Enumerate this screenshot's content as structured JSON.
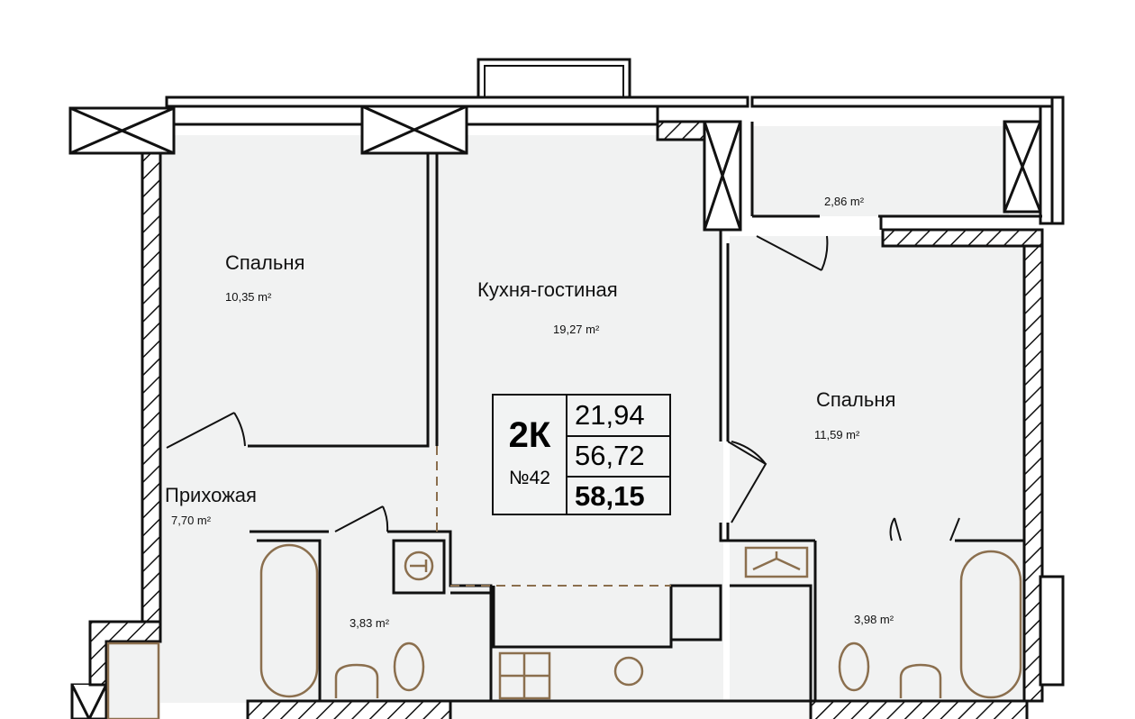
{
  "plan": {
    "apartment_type": "2К",
    "apartment_number": "№42",
    "living_area": "21,94",
    "area_without_balcony": "56,72",
    "total_area": "58,15"
  },
  "rooms": {
    "bedroom1": {
      "name": "Спальня",
      "area": "10,35 m²"
    },
    "kitchen": {
      "name": "Кухня-гостиная",
      "area": "19,27 m²"
    },
    "balcony": {
      "area": "2,86 m²"
    },
    "bedroom2": {
      "name": "Спальня",
      "area": "11,59 m²"
    },
    "hall": {
      "name": "Прихожая",
      "area": "7,70 m²"
    },
    "bath1": {
      "area": "3,83 m²"
    },
    "bath2": {
      "area": "3,98 m²"
    }
  },
  "colors": {
    "floor": "#f1f2f2",
    "wall": "#111111",
    "fixture": "#8b6f4e"
  }
}
